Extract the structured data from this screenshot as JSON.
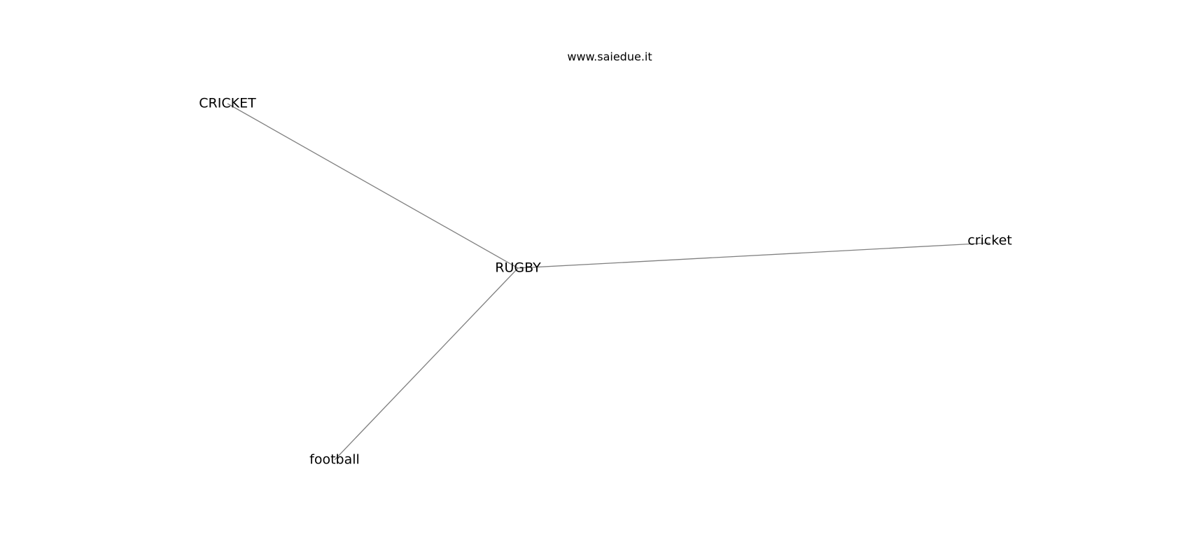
{
  "title": "www.saiedue.it",
  "graph": {
    "nodes": [
      {
        "id": "rugby",
        "label": "RUGBY"
      },
      {
        "id": "cricket_upper",
        "label": "CRICKET"
      },
      {
        "id": "cricket_lower",
        "label": "cricket"
      },
      {
        "id": "football",
        "label": "football"
      }
    ],
    "edges": [
      {
        "from": "rugby",
        "to": "cricket_upper"
      },
      {
        "from": "rugby",
        "to": "cricket_lower"
      },
      {
        "from": "rugby",
        "to": "football"
      }
    ]
  }
}
